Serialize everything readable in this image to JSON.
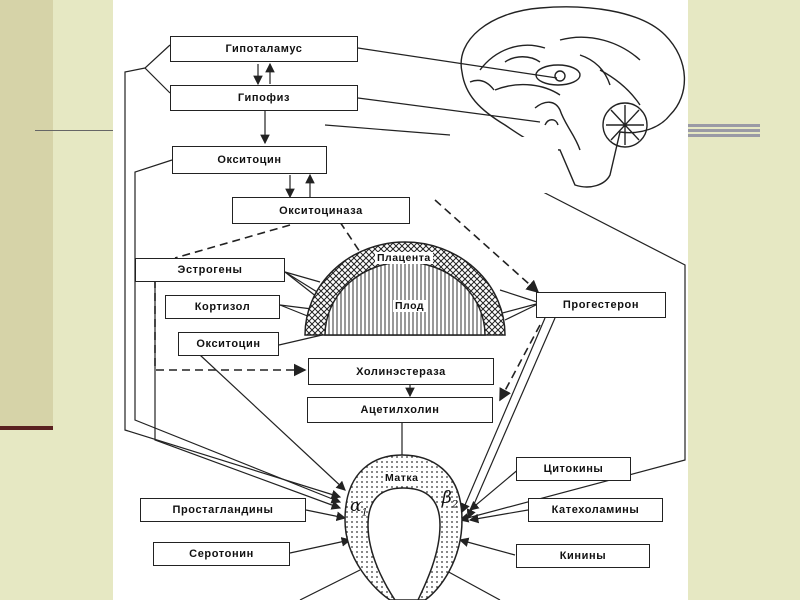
{
  "diagram": {
    "boxes": {
      "hypothalamus": "Гипоталамус",
      "pituitary": "Гипофиз",
      "oxytocin_top": "Окситоцин",
      "oxytocinase": "Окситоциназа",
      "estrogens": "Эстрогены",
      "cortisol": "Кортизол",
      "oxytocin_left": "Окситоцин",
      "progesterone": "Прогестерон",
      "cholinesterase": "Холинэстераза",
      "acetylcholine": "Ацетилхолин",
      "cytokines": "Цитокины",
      "catecholamines": "Катехоламины",
      "prostaglandins": "Простагландины",
      "serotonin": "Серотонин",
      "kinins": "Кинины"
    },
    "labels": {
      "placenta": "Плацента",
      "fetus": "Плод",
      "uterus": "Матка",
      "alpha": "α",
      "beta": "β",
      "alpha_sub": "1",
      "beta_sub": "2"
    }
  }
}
